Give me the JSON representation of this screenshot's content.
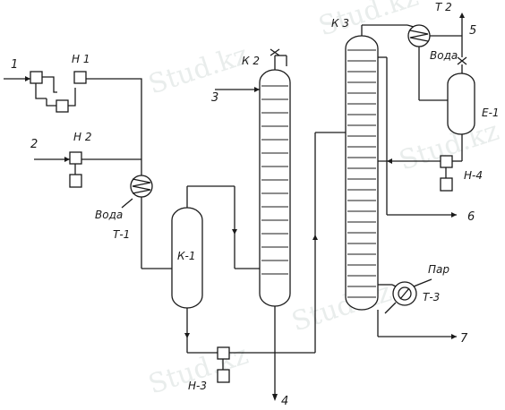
{
  "streams": {
    "s1": "1",
    "s2": "2",
    "s3": "3",
    "s4": "4",
    "s5": "5",
    "s6": "6",
    "s7": "7"
  },
  "equipment": {
    "pump_h1": "Н 1",
    "pump_h2": "Н 2",
    "pump_h3": "Н-3",
    "pump_h4": "Н-4",
    "exchanger_t1": "Т-1",
    "column_k1": "К-1",
    "column_k2": "К 2",
    "column_k3": "К 3",
    "condenser_t2": "Т 2",
    "reboiler_t3": "Т-3",
    "vessel_e1": "Е-1"
  },
  "media": {
    "water_1": "Вода",
    "water_2": "Вода",
    "steam": "Пар"
  },
  "watermarks": [
    "Stud.kz",
    "Stud.kz",
    "Stud.kz",
    "Stud.kz",
    "Stud.kz"
  ]
}
